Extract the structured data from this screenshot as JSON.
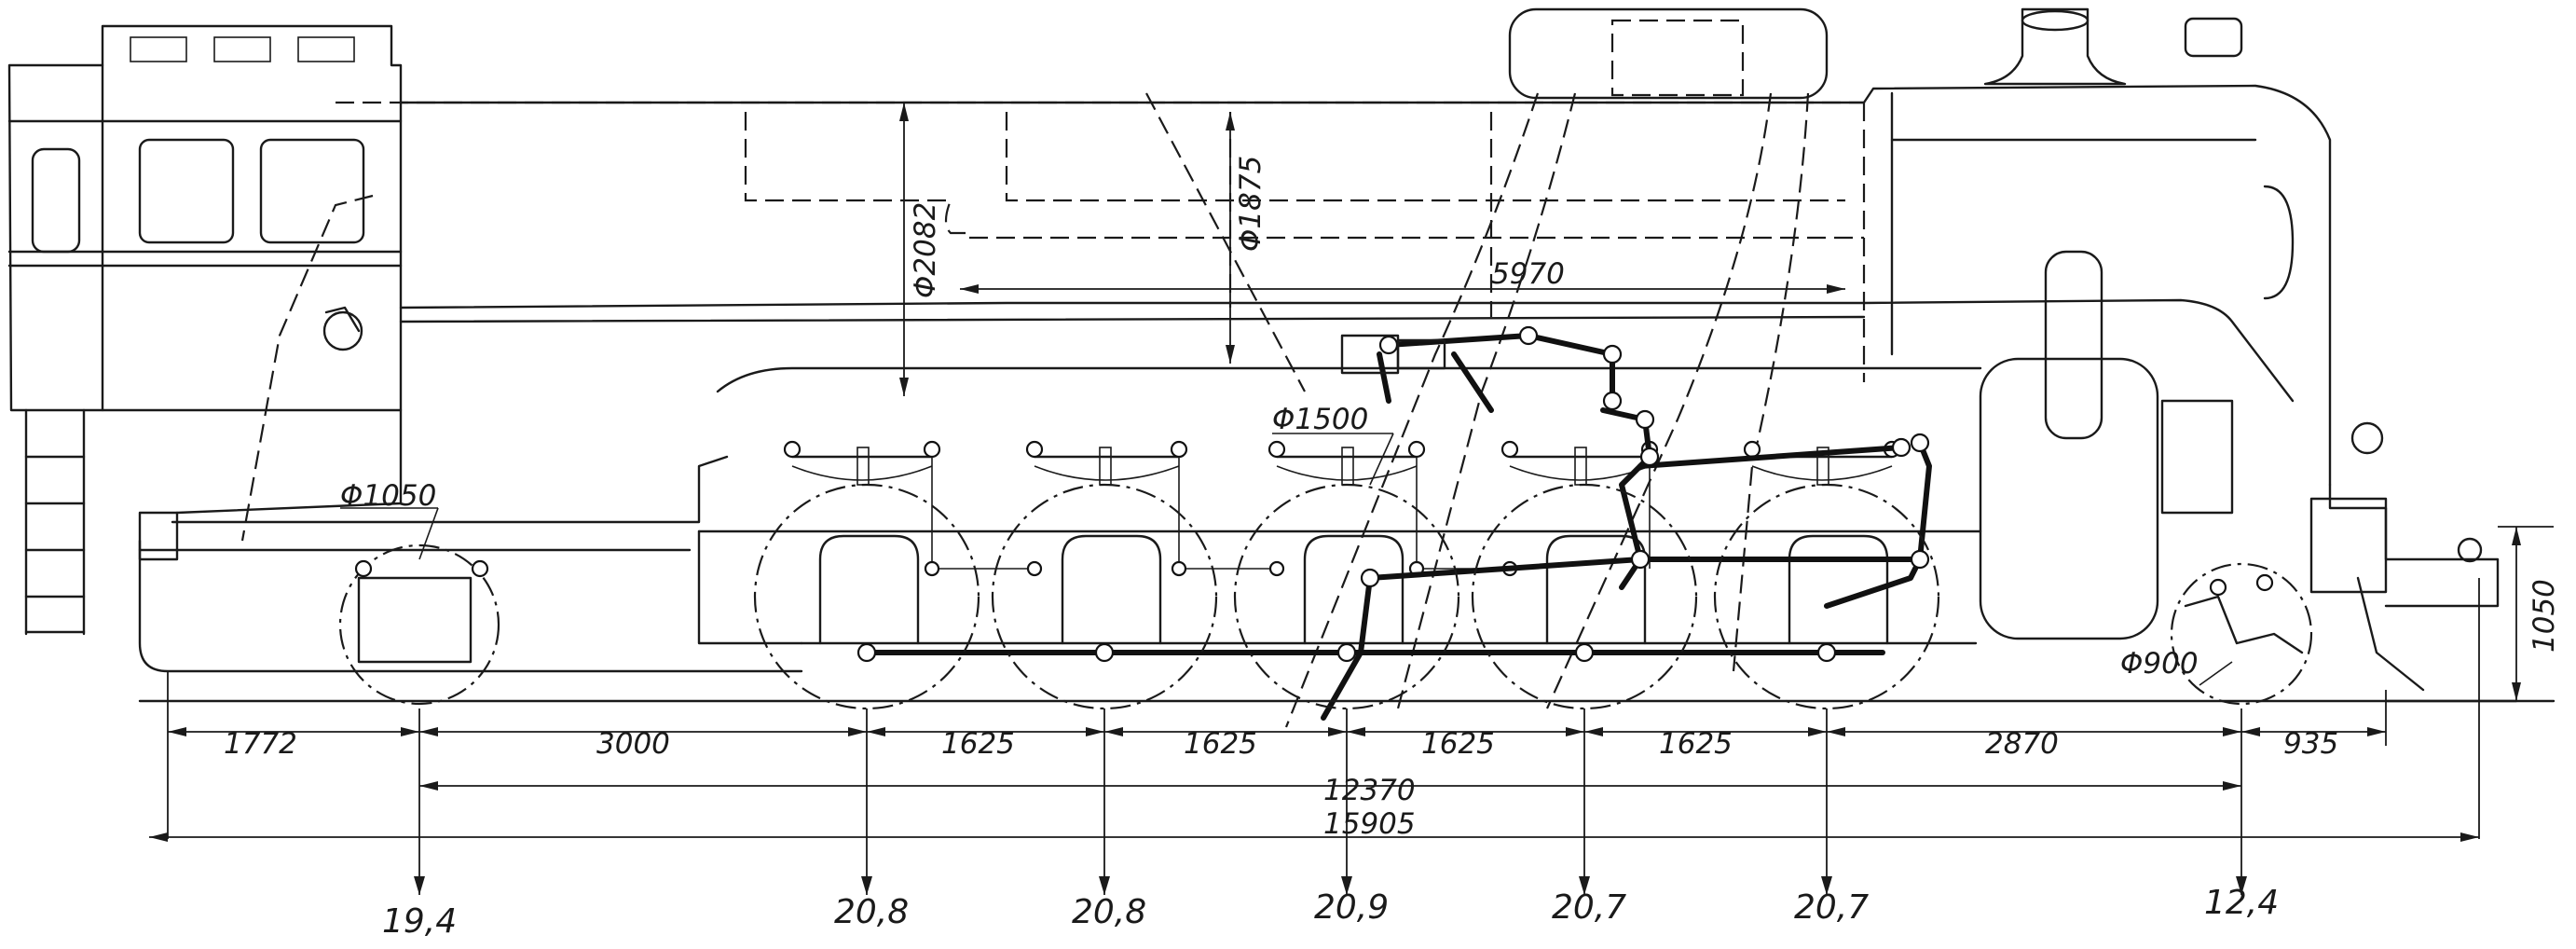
{
  "diagram": {
    "dimensions_horizontal": [
      {
        "key": "d1772",
        "text": "1772"
      },
      {
        "key": "d3000",
        "text": "3000"
      },
      {
        "key": "d1625a",
        "text": "1625"
      },
      {
        "key": "d1625b",
        "text": "1625"
      },
      {
        "key": "d1625c",
        "text": "1625"
      },
      {
        "key": "d1625d",
        "text": "1625"
      },
      {
        "key": "d2870",
        "text": "2870"
      },
      {
        "key": "d935",
        "text": "935"
      },
      {
        "key": "d12370",
        "text": "12370"
      },
      {
        "key": "d15905",
        "text": "15905"
      },
      {
        "key": "d5970",
        "text": "5970"
      }
    ],
    "dimensions_vertical": {
      "d2082": "Φ2082",
      "d1875": "Φ1875",
      "d1050": "1050"
    },
    "wheel_diameters": {
      "leading_truck": "Φ900",
      "trailing_truck": "Φ1050",
      "driving_wheels": "Φ1500"
    },
    "axle_loads": [
      "19,4",
      "20,8",
      "20,8",
      "20,9",
      "20,7",
      "20,7",
      "12,4"
    ]
  }
}
